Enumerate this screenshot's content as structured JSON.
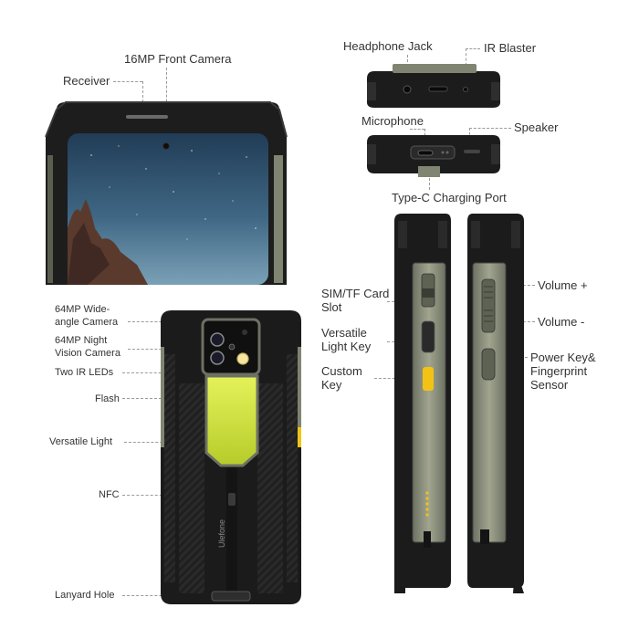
{
  "labels": {
    "front_camera": "16MP Front Camera",
    "receiver": "Receiver",
    "headphone_jack": "Headphone Jack",
    "ir_blaster": "IR Blaster",
    "microphone": "Microphone",
    "speaker": "Speaker",
    "type_c": "Type-C Charging Port",
    "wide_camera": "64MP Wide-angle Camera",
    "night_camera": "64MP Night Vision Camera",
    "ir_leds": "Two IR LEDs",
    "flash": "Flash",
    "versatile_light": "Versatile Light",
    "nfc": "NFC",
    "lanyard": "Lanyard Hole",
    "sim_slot": "SIM/TF Card Slot",
    "versatile_key": "Versatile Light Key",
    "custom_key": "Custom Key",
    "volume_up": "Volume +",
    "volume_down": "Volume -",
    "power_key": "Power Key& Fingerprint Sensor"
  },
  "brand": {
    "logo_text": "Ulefone"
  },
  "colors": {
    "body_black": "#1c1c1c",
    "frame_dark": "#2a2a2a",
    "accent_green": "#c8e03a",
    "accent_yellow": "#f2c314",
    "olive_panel": "#8a8f78",
    "screen_top": "#2b4f6b",
    "screen_bottom": "#6e97ae"
  }
}
